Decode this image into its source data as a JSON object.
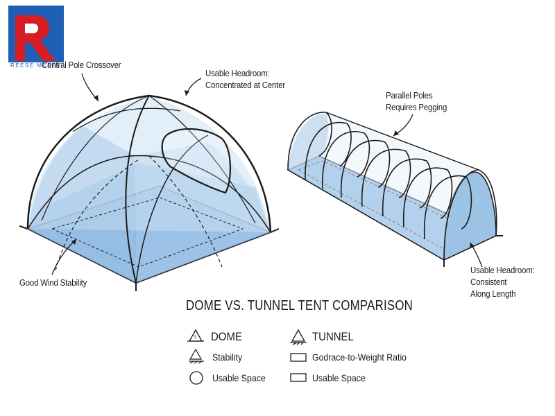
{
  "logo": {
    "letter": "R",
    "subtitle": "REESE MEDIA",
    "colors": {
      "red": "#d81e25",
      "blue": "#1f5fb5"
    }
  },
  "dome_labels": {
    "pole_crossover": "Central Pole Crossover",
    "headroom_line1": "Usable Headroom:",
    "headroom_line2": "Concentrated at Center",
    "wind": "Good Wind Stability"
  },
  "tunnel_labels": {
    "poles_line1": "Parallel Poles",
    "poles_line2": "Requires Pegging",
    "headroom_line1": "Usable Headroom:",
    "headroom_line2": "Consistent",
    "headroom_line3": "Along Length"
  },
  "title": "DOME VS. TUNNEL TENT COMPARISON",
  "legend": {
    "dome": {
      "heading": "DOME",
      "items": [
        "Stability",
        "Usable Space"
      ],
      "icons": [
        "dome-triangle-icon",
        "stability-icon",
        "circle-icon"
      ]
    },
    "tunnel": {
      "heading": "TUNNEL",
      "items": [
        "Godrace-to-Weight Ratio",
        "Usable Space"
      ],
      "icons": [
        "tunnel-triangle-icon",
        "rectangle-icon",
        "rectangle-icon"
      ]
    }
  },
  "colors": {
    "fabric_light": "#cfe3f3",
    "fabric_mid": "#9cc3e6",
    "floor": "#7fb0df",
    "outline": "#1a1a1a"
  }
}
